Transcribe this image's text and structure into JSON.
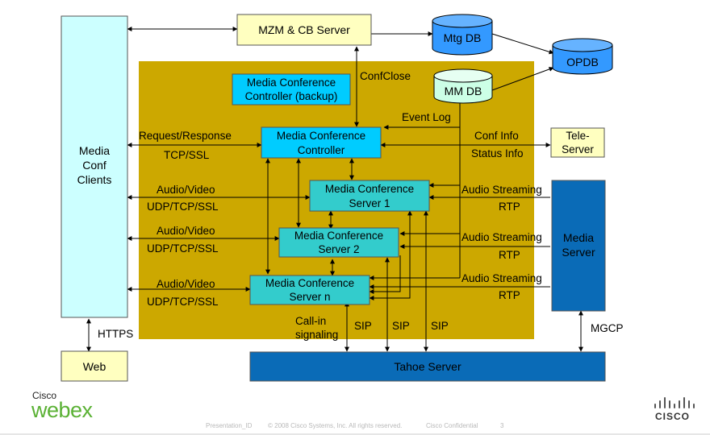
{
  "boxes": {
    "clients": [
      "Media",
      "Conf",
      "Clients"
    ],
    "web": "Web",
    "mzm": "MZM & CB Server",
    "mtgdb": "Mtg DB",
    "opdb": "OPDB",
    "mmdb": "MM DB",
    "mcc_backup": [
      "Media Conference",
      "Controller (backup)"
    ],
    "mcc": [
      "Media Conference",
      "Controller"
    ],
    "mcs1": [
      "Media Conference",
      "Server 1"
    ],
    "mcs2": [
      "Media Conference",
      "Server 2"
    ],
    "mcsn": [
      "Media Conference",
      "Server n"
    ],
    "teleserver": [
      "Tele-",
      "Server"
    ],
    "media_server": [
      "Media",
      "Server"
    ],
    "tahoe": "Tahoe Server"
  },
  "labels": {
    "confclose": "ConfClose",
    "event_log": "Event Log",
    "request_response": "Request/Response",
    "tcp_ssl": "TCP/SSL",
    "conf_info": "Conf Info",
    "status_info": "Status Info",
    "av1": "Audio/Video",
    "udp1": "UDP/TCP/SSL",
    "av2": "Audio/Video",
    "udp2": "UDP/TCP/SSL",
    "av3": "Audio/Video",
    "udp3": "UDP/TCP/SSL",
    "as1": "Audio Streaming",
    "rtp1": "RTP",
    "as2": "Audio Streaming",
    "rtp2": "RTP",
    "as3": "Audio Streaming",
    "rtp3": "RTP",
    "callin": [
      "Call-in",
      "signaling"
    ],
    "sip1": "SIP",
    "sip2": "SIP",
    "sip3": "SIP",
    "https": "HTTPS",
    "mgcp": "MGCP"
  },
  "footer": {
    "presentation_id": "Presentation_ID",
    "copyright": "© 2008 Cisco Systems, Inc. All rights reserved.",
    "confidential": "Cisco Confidential",
    "page": "3"
  },
  "logos": {
    "cisco_small": "Cisco",
    "webex": "webex",
    "cisco": "CISCO"
  },
  "colors": {
    "region": "#cca800",
    "light_yellow": "#ffffc0",
    "light_cyan": "#ccffff",
    "cyan": "#00ccff",
    "teal": "#33cccc",
    "blue": "#0a6bb7",
    "db_blue": "#3399ff",
    "db_green": "#ccffe6"
  }
}
